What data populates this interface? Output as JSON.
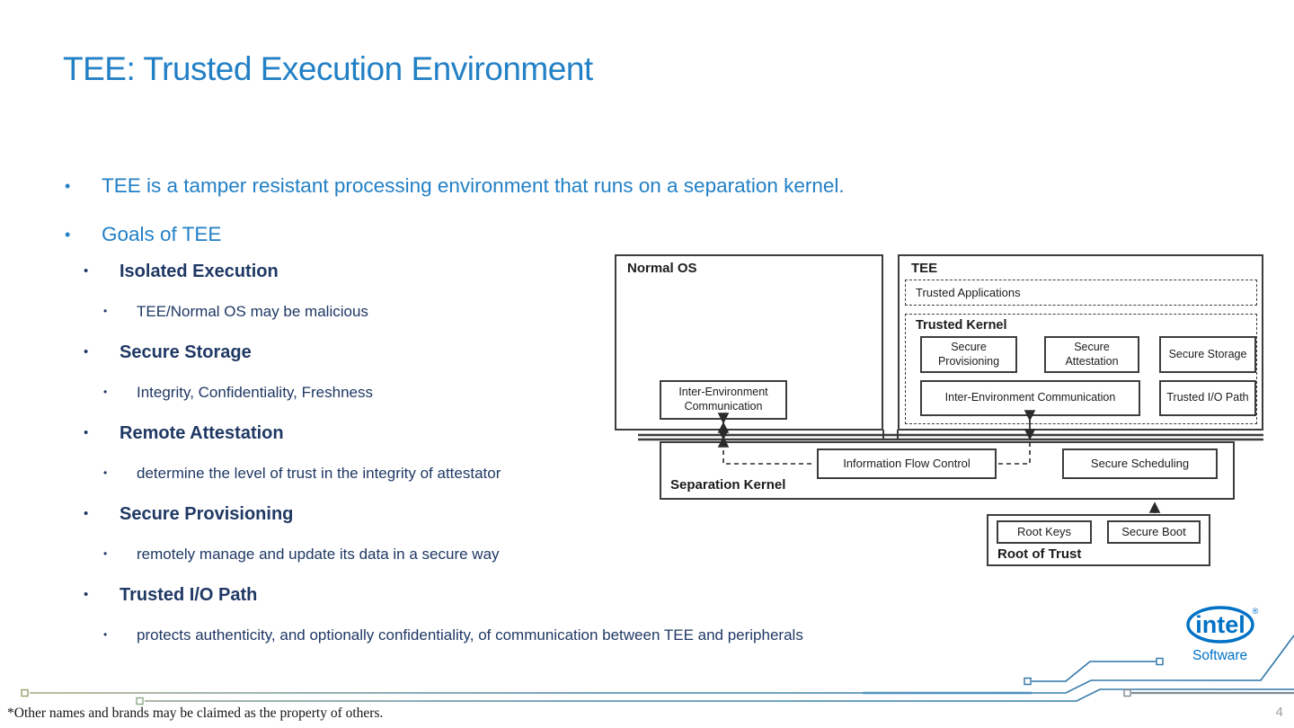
{
  "slide": {
    "title": "TEE: Trusted Execution Environment",
    "bullets": [
      {
        "level": 1,
        "text": "TEE is a tamper resistant processing environment that runs on a separation kernel."
      },
      {
        "level": 1,
        "text": "Goals of TEE"
      },
      {
        "level": 2,
        "text": "Isolated Execution"
      },
      {
        "level": 3,
        "text": "TEE/Normal OS may be malicious"
      },
      {
        "level": 2,
        "text": "Secure Storage"
      },
      {
        "level": 3,
        "text": "Integrity, Confidentiality, Freshness"
      },
      {
        "level": 2,
        "text": "Remote Attestation"
      },
      {
        "level": 3,
        "text": "determine the level of trust in the integrity of attestator"
      },
      {
        "level": 2,
        "text": "Secure Provisioning"
      },
      {
        "level": 3,
        "text": "remotely manage and update its data in a secure way"
      },
      {
        "level": 2,
        "text": "Trusted I/O Path"
      },
      {
        "level": 3,
        "text": "protects authenticity, and optionally confidentiality, of communication between TEE and peripherals"
      }
    ],
    "footer": "*Other names and brands may be claimed as the property of others.",
    "page_number": "4"
  },
  "diagram": {
    "normal_os_label": "Normal OS",
    "normal_os_iec": "Inter-Environment Communication",
    "tee_label": "TEE",
    "trusted_applications": "Trusted Applications",
    "trusted_kernel_label": "Trusted Kernel",
    "secure_provisioning": "Secure Provisioning",
    "secure_attestation": "Secure Attestation",
    "secure_storage": "Secure Storage",
    "tee_iec": "Inter-Environment Communication",
    "trusted_io_path": "Trusted I/O Path",
    "separation_kernel_label": "Separation Kernel",
    "information_flow_control": "Information Flow Control",
    "secure_scheduling": "Secure Scheduling",
    "root_of_trust_label": "Root of Trust",
    "root_keys": "Root Keys",
    "secure_boot": "Secure Boot"
  },
  "logo": {
    "brand": "intel",
    "registered": "®",
    "subtitle": "Software"
  },
  "colors": {
    "accent_blue": "#2280c6",
    "navy": "#1f3864",
    "intel_blue": "#0071c5",
    "diagram_line": "#3d3d3d",
    "trace_olive": "#a9a97e",
    "trace_blue": "#2e75a8",
    "trace_gray": "#7e8b95"
  }
}
